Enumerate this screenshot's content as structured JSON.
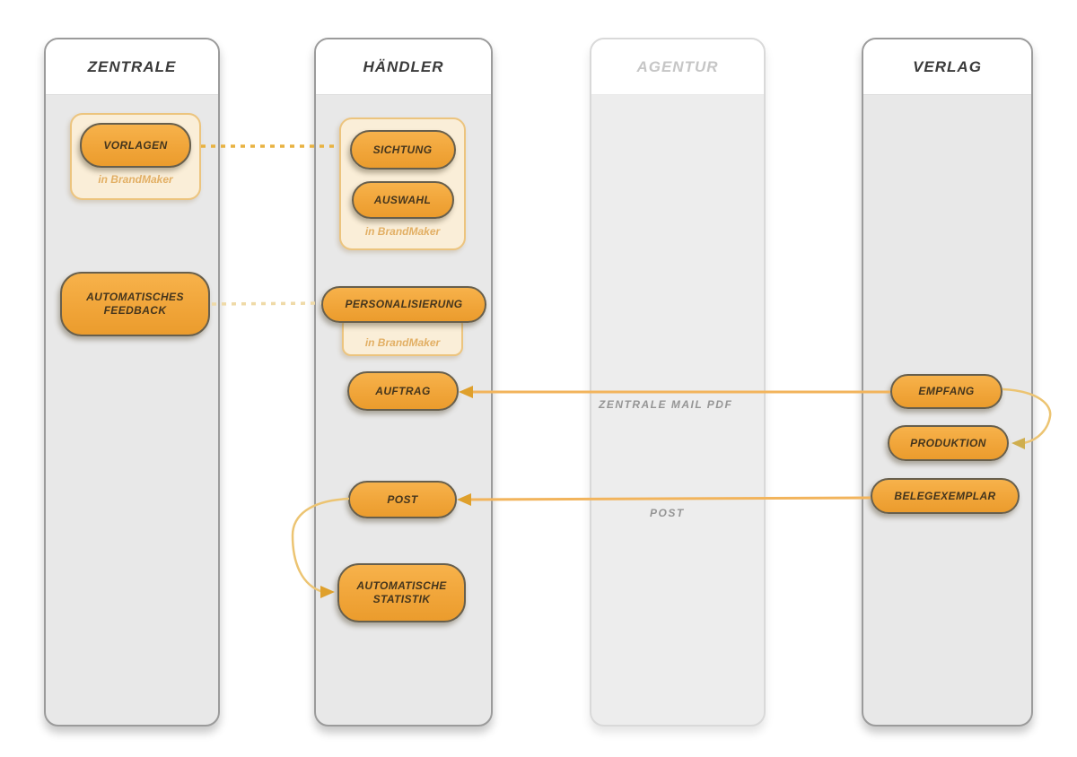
{
  "diagram": {
    "columns": [
      {
        "id": "zentrale",
        "title": "ZENTRALE"
      },
      {
        "id": "haendler",
        "title": "HÄNDLER"
      },
      {
        "id": "agentur",
        "title": "AGENTUR"
      },
      {
        "id": "verlag",
        "title": "VERLAG"
      }
    ],
    "nodes": {
      "vorlagen": {
        "label": "VORLAGEN",
        "sublabel": "in BrandMaker"
      },
      "automatisches_feedback": {
        "label": "AUTOMATISCHES FEEDBACK"
      },
      "sichtung": {
        "label": "SICHTUNG"
      },
      "auswahl": {
        "label": "AUSWAHL"
      },
      "sichtung_group_sublabel": "in BrandMaker",
      "personalisierung": {
        "label": "PERSONALISIERUNG",
        "sublabel": "in BrandMaker"
      },
      "auftrag": {
        "label": "AUFTRAG"
      },
      "post": {
        "label": "POST"
      },
      "automatische_statistik": {
        "label": "AUTOMATISCHE STATISTIK"
      },
      "empfang": {
        "label": "EMPFANG"
      },
      "produktion": {
        "label": "PRODUKTION"
      },
      "belegexemplar": {
        "label": "BELEGEXEMPLAR"
      }
    },
    "edge_labels": {
      "zentrale_mail_pdf": "ZENTRALE MAIL PDF",
      "post": "POST"
    },
    "colors": {
      "pill_orange": "#f0a438",
      "pill_border": "#675f4d",
      "cream_fill": "#faeed8",
      "cream_border": "#ecc47e",
      "line_orange": "#f2b45c",
      "dash_orange": "#e8b241",
      "dash_faded": "#efdaa8",
      "arrow_fill": "#dfa02c",
      "column_grey": "#e8e8e8",
      "faded_title": "#c6c6c6",
      "edge_label_grey": "#959595"
    }
  }
}
